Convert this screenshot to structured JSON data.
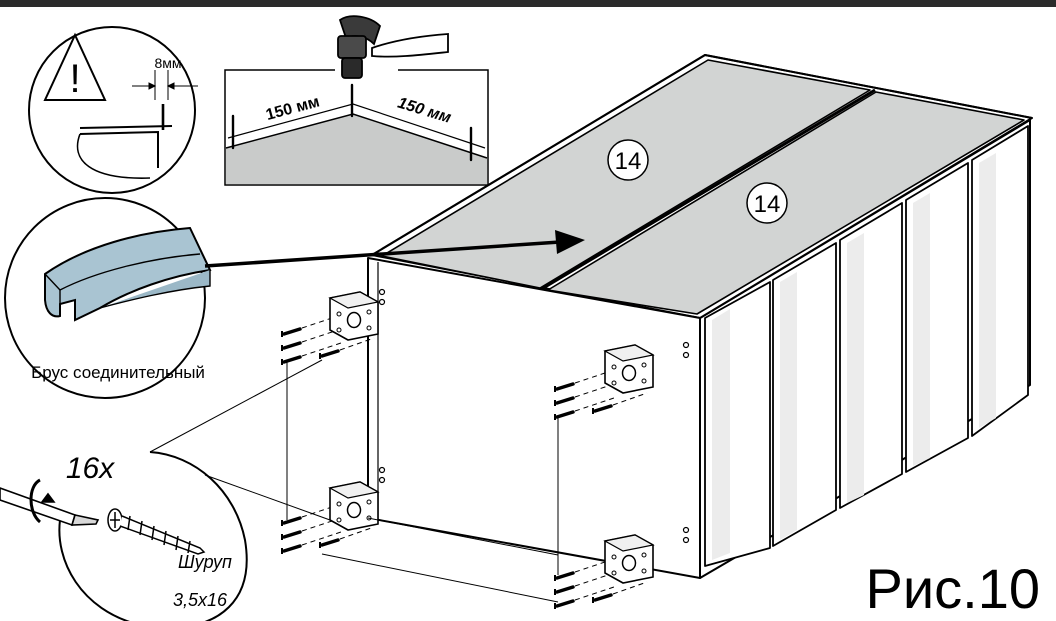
{
  "figure": {
    "label": "Рис.10"
  },
  "warning": {
    "gap_label": "8мм"
  },
  "nailing_detail": {
    "spacing_left": "150 мм",
    "spacing_right": "150 мм"
  },
  "panels": {
    "part_number_left": "14",
    "part_number_right": "14"
  },
  "connector_callout": {
    "caption": "Брус соединительный",
    "color": "#a9c4d2"
  },
  "screw_callout": {
    "quantity": "16x",
    "name": "Шуруп",
    "size": "3,5x16"
  },
  "colors": {
    "panel_fill": "#d2d4d3",
    "line": "#000000"
  }
}
